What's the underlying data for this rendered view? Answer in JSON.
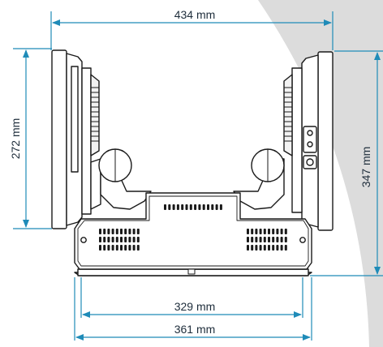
{
  "dimensions": {
    "overall_width": "434 mm",
    "screen_height": "272 mm",
    "overall_height": "347 mm",
    "base_inner_width": "329 mm",
    "base_outer_width": "361 mm"
  },
  "colors": {
    "dimension_line": "#1f8bb8",
    "outline": "#1a1a1a",
    "body_fill": "#ffffff",
    "background_curve": "#dcdcdc",
    "text": "#1e2d3b"
  }
}
